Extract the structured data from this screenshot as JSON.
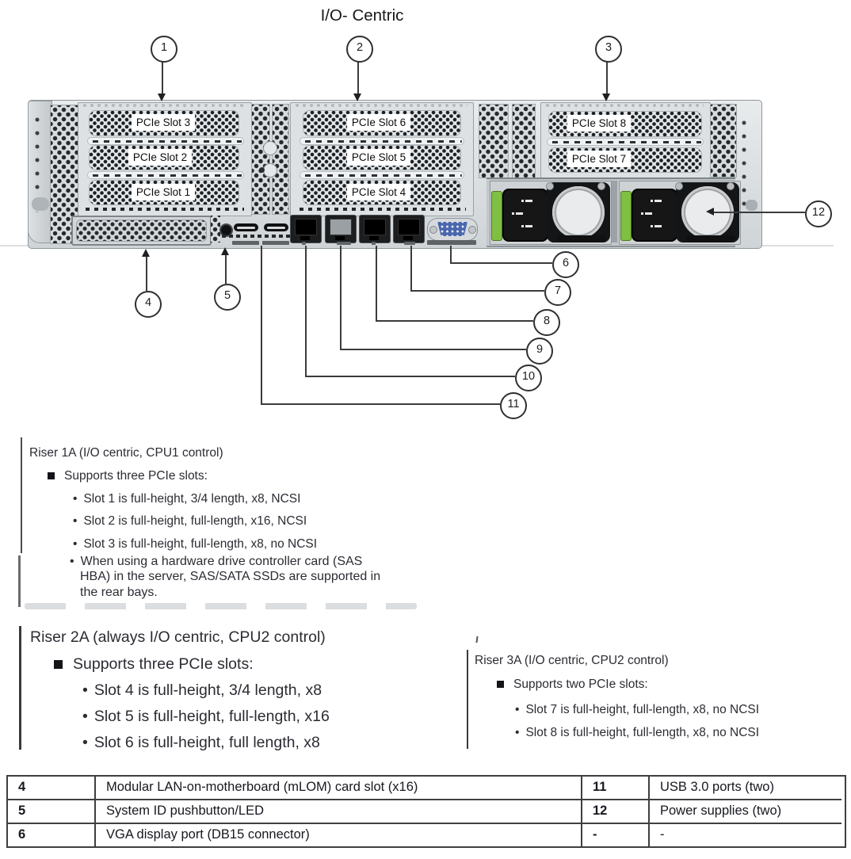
{
  "title": "I/O- Centric",
  "diagram": {
    "slots": {
      "s3": "PCIe Slot 3",
      "s2": "PCIe Slot 2",
      "s1": "PCIe Slot 1",
      "s6": "PCIe Slot 6",
      "s5": "PCIe Slot 5",
      "s4": "PCIe Slot 4",
      "s8": "PCIe Slot 8",
      "s7": "PCIe Slot 7"
    },
    "callouts": {
      "c1": "1",
      "c2": "2",
      "c3": "3",
      "c4": "4",
      "c5": "5",
      "c6": "6",
      "c7": "7",
      "c8": "8",
      "c9": "9",
      "c10": "10",
      "c11": "11",
      "c12": "12"
    }
  },
  "riser1": {
    "heading": "Riser 1A (I/O centric, CPU1 control)",
    "supports": "Supports three PCIe slots:",
    "items": [
      "Slot 1 is full-height, 3/4 length, x8, NCSI",
      "Slot 2 is full-height, full-length, x16, NCSI",
      "Slot 3 is full-height, full-length, x8, no NCSI"
    ],
    "note_lines": [
      "When using a hardware drive controller card (SAS",
      "HBA) in the server, SAS/SATA SSDs are supported in",
      "the rear bays."
    ]
  },
  "riser2": {
    "heading": "Riser 2A (always I/O centric, CPU2 control)",
    "supports": "Supports three PCIe slots:",
    "items": [
      "Slot 4 is full-height, 3/4 length, x8",
      "Slot 5 is full-height, full-length, x16",
      "Slot 6 is full-height, full length, x8"
    ]
  },
  "riser3": {
    "heading": "Riser 3A (I/O centric, CPU2 control)",
    "supports": "Supports two PCIe slots:",
    "items": [
      "Slot 7 is full-height, full-length, x8, no NCSI",
      "Slot 8 is full-height, full-length, x8, no NCSI"
    ]
  },
  "legend_table": {
    "rows": [
      {
        "num_left": "4",
        "desc_left": "Modular LAN-on-motherboard (mLOM) card slot (x16)",
        "num_right": "11",
        "desc_right": "USB 3.0 ports (two)"
      },
      {
        "num_left": "5",
        "desc_left": "System ID pushbutton/LED",
        "num_right": "12",
        "desc_right": "Power supplies (two)"
      },
      {
        "num_left": "6",
        "desc_left": "VGA display port (DB15 connector)",
        "num_right": "-",
        "desc_right": "-"
      }
    ]
  },
  "colors": {
    "psu_clip_green": "#7fbf41",
    "vga_blue": "#4a67ae",
    "callout_line": "#3a3b3c",
    "table_border": "#3f3f42"
  }
}
